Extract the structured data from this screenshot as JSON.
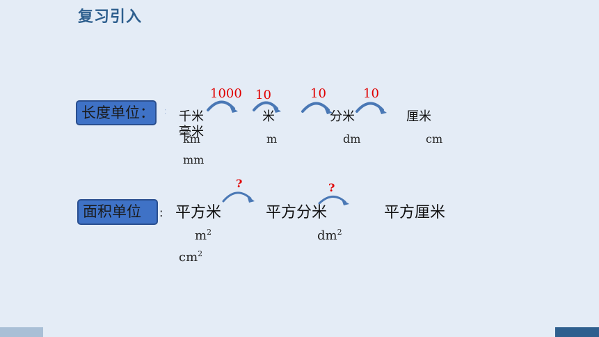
{
  "title": "复习引入",
  "length": {
    "label": "长度单位",
    "colon": "：",
    "units": {
      "km": {
        "name": "千米",
        "abbr": "km"
      },
      "m": {
        "name": "米",
        "abbr": "m"
      },
      "dm": {
        "name": "分米",
        "abbr": "dm"
      },
      "cm": {
        "name": "厘米",
        "abbr": "cm"
      },
      "mm": {
        "name": "毫米",
        "abbr": "mm"
      }
    },
    "ratios": [
      "1000",
      "10",
      "10",
      "10"
    ]
  },
  "area": {
    "label": "面积单位",
    "colon": ":",
    "units": {
      "m2": {
        "name": "平方米",
        "abbr": "m",
        "sup": "2"
      },
      "dm2": {
        "name": "平方分米",
        "abbr": "dm",
        "sup": "2"
      },
      "cm2": {
        "name": "平方厘米",
        "abbr": "cm",
        "sup": "2"
      }
    },
    "ratios": [
      "?",
      "?"
    ]
  },
  "colors": {
    "title": "#2e5f8e",
    "pill": "#3f72c6",
    "arrow": "#4a78b5",
    "ratio": "#e00000",
    "background": "#e4ecf6"
  }
}
